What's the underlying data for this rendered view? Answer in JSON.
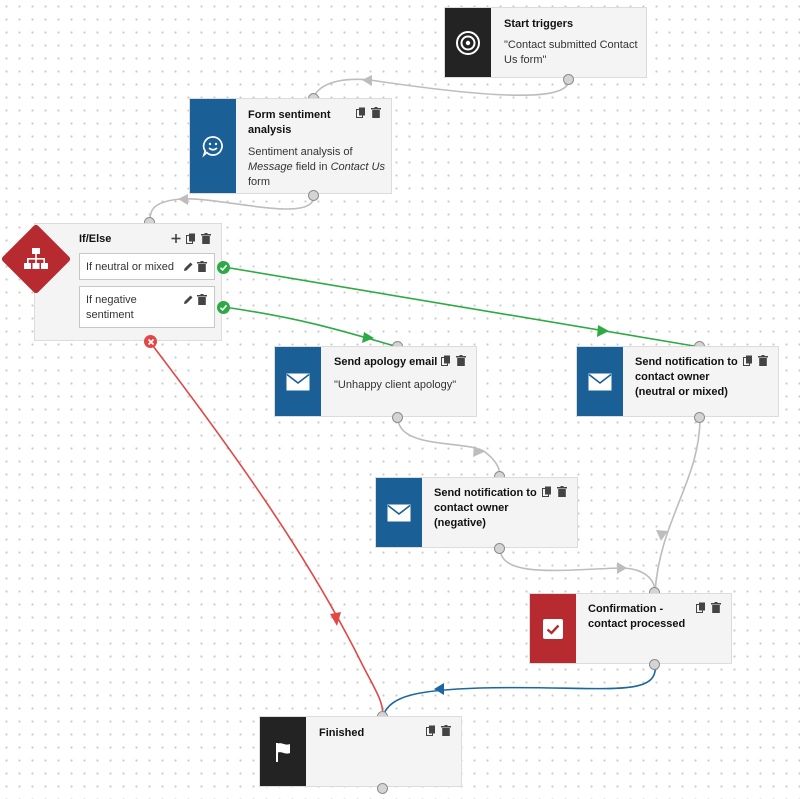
{
  "nodes": {
    "start": {
      "title": "Start triggers",
      "desc_line1": "\"Contact submitted Contact",
      "desc_line2": "Us form\""
    },
    "sentiment": {
      "title_line1": "Form sentiment",
      "title_line2": "analysis",
      "desc_line1_a": "Sentiment analysis of",
      "desc_line2_i1": "Message",
      "desc_line2_b": " field in ",
      "desc_line2_i2": "Contact Us",
      "desc_line3": "form"
    },
    "ifelse": {
      "title": "If/Else",
      "cond1": "If neutral or mixed",
      "cond2_line1": "If negative",
      "cond2_line2": "sentiment"
    },
    "apology": {
      "title": "Send apology email",
      "desc": "\"Unhappy client apology\""
    },
    "notify_neutral": {
      "title_line1": "Send notification to",
      "title_line2": "contact owner",
      "title_line3": "(neutral or mixed)"
    },
    "notify_negative": {
      "title_line1": "Send notification to",
      "title_line2": "contact owner",
      "title_line3": "(negative)"
    },
    "confirm": {
      "title_line1": "Confirmation -",
      "title_line2": "contact processed"
    },
    "finished": {
      "title": "Finished"
    }
  },
  "icons": {
    "start": "target-icon",
    "sentiment": "smiley-bubble-icon",
    "ifelse": "flowchart-icon",
    "email": "envelope-icon",
    "confirm": "checkbox-icon",
    "finished": "flag-icon",
    "copy": "copy-icon",
    "delete": "trash-icon",
    "edit": "pencil-icon",
    "add": "plus-icon"
  },
  "colors": {
    "tile_black": "#232323",
    "tile_blue": "#1a5f96",
    "tile_red": "#b72a30",
    "wire_gray": "#bdbdbd",
    "wire_green": "#2eaa45",
    "wire_red": "#e04848",
    "wire_blue": "#1a66a0"
  }
}
